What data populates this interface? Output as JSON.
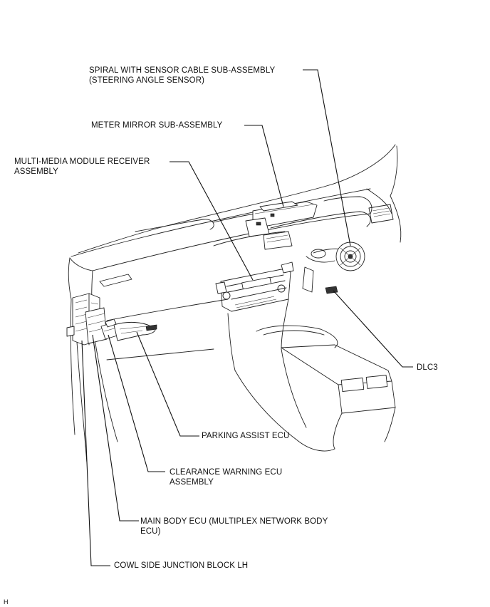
{
  "labels": {
    "spiral_line1": "SPIRAL WITH SENSOR CABLE SUB-ASSEMBLY",
    "spiral_line2": "(STEERING ANGLE SENSOR)",
    "meter_mirror": "METER MIRROR SUB-ASSEMBLY",
    "multimedia_line1": "MULTI-MEDIA MODULE RECEIVER",
    "multimedia_line2": "ASSEMBLY",
    "dlc3": "DLC3",
    "parking_assist": "PARKING ASSIST ECU",
    "clearance_line1": "CLEARANCE WARNING ECU",
    "clearance_line2": "ASSEMBLY",
    "main_body_line1": "MAIN BODY ECU (MULTIPLEX NETWORK BODY",
    "main_body_line2": "ECU)",
    "cowl_side": "COWL SIDE JUNCTION BLOCK LH"
  },
  "corner_mark": "H"
}
